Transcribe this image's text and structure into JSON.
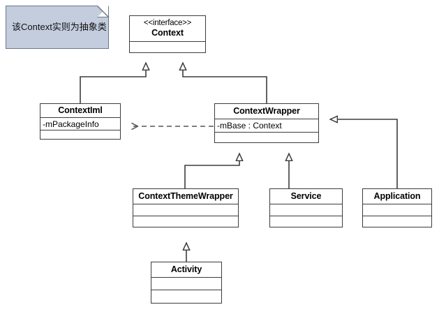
{
  "diagram": {
    "type": "uml-class-diagram",
    "background_color": "#ffffff",
    "line_color": "#3c3c3c",
    "note_fill_color": "#c3cdde",
    "note_border_color": "#6b7585",
    "class_fill_color": "#ffffff"
  },
  "note": {
    "text": "该Context实则为抽象类"
  },
  "classes": {
    "context": {
      "stereotype": "<<interface>>",
      "name": "Context",
      "attributes": [],
      "operations": []
    },
    "context_iml": {
      "name": "ContextIml",
      "attributes": [
        "-mPackageInfo"
      ],
      "operations": []
    },
    "context_wrapper": {
      "name": "ContextWrapper",
      "attributes": [
        "-mBase : Context"
      ],
      "operations": []
    },
    "context_theme_wrapper": {
      "name": "ContextThemeWrapper",
      "attributes": [],
      "operations": []
    },
    "service": {
      "name": "Service",
      "attributes": [],
      "operations": []
    },
    "application": {
      "name": "Application",
      "attributes": [],
      "operations": []
    },
    "activity": {
      "name": "Activity",
      "attributes": [],
      "operations": []
    }
  },
  "relationships": [
    {
      "id": "gen-iml-context",
      "kind": "generalization",
      "from": "ContextIml",
      "to": "Context",
      "arrow": "hollow-triangle",
      "line": "solid"
    },
    {
      "id": "gen-wrapper-context",
      "kind": "generalization",
      "from": "ContextWrapper",
      "to": "Context",
      "arrow": "hollow-triangle",
      "line": "solid"
    },
    {
      "id": "dep-wrapper-iml",
      "kind": "dependency",
      "from": "ContextWrapper",
      "to": "ContextIml",
      "arrow": "open-arrow",
      "line": "dashed"
    },
    {
      "id": "gen-themewrapper-wrapper",
      "kind": "generalization",
      "from": "ContextThemeWrapper",
      "to": "ContextWrapper",
      "arrow": "hollow-triangle",
      "line": "solid"
    },
    {
      "id": "gen-service-wrapper",
      "kind": "generalization",
      "from": "Service",
      "to": "ContextWrapper",
      "arrow": "hollow-triangle",
      "line": "solid"
    },
    {
      "id": "gen-application-wrapper",
      "kind": "generalization",
      "from": "Application",
      "to": "ContextWrapper",
      "arrow": "hollow-triangle",
      "line": "solid"
    },
    {
      "id": "gen-activity-themewrapper",
      "kind": "generalization",
      "from": "Activity",
      "to": "ContextThemeWrapper",
      "arrow": "hollow-triangle",
      "line": "solid"
    }
  ]
}
